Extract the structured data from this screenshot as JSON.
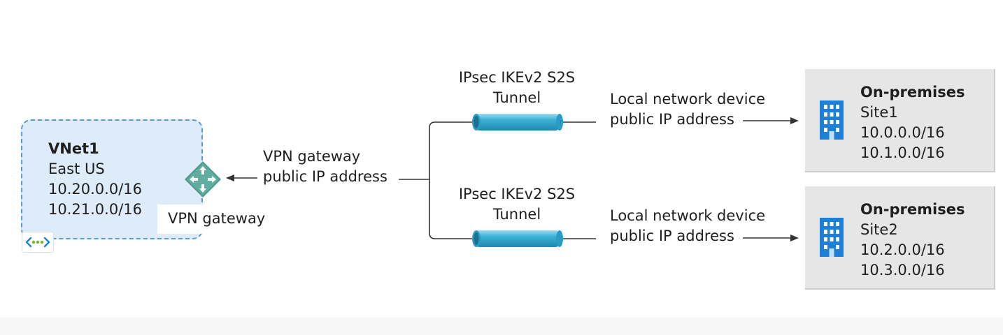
{
  "vnet": {
    "name": "VNet1",
    "region": "East US",
    "address_spaces": [
      "10.20.0.0/16",
      "10.21.0.0/16"
    ],
    "icon": "vnet-icon"
  },
  "gateway": {
    "label": "VPN gateway",
    "ip_label_lines": [
      "VPN gateway",
      "public IP address"
    ],
    "icon": "vpn-gateway-icon"
  },
  "tunnels": [
    {
      "label_lines": [
        "IPsec IKEv2 S2S",
        "Tunnel"
      ],
      "local_label_lines": [
        "Local network device",
        "public IP address"
      ]
    },
    {
      "label_lines": [
        "IPsec IKEv2 S2S",
        "Tunnel"
      ],
      "local_label_lines": [
        "Local network device",
        "public IP address"
      ]
    }
  ],
  "sites": [
    {
      "title": "On-premises",
      "name": "Site1",
      "address_spaces": [
        "10.0.0.0/16",
        "10.1.0.0/16"
      ],
      "icon": "building-icon"
    },
    {
      "title": "On-premises",
      "name": "Site2",
      "address_spaces": [
        "10.2.0.0/16",
        "10.3.0.0/16"
      ],
      "icon": "building-icon"
    }
  ],
  "colors": {
    "vnet_fill": "#deecf9",
    "vnet_border": "#5c9ad6",
    "gateway_icon": "#4e9a8c",
    "tunnel_pipe": "#3eb3d6",
    "building": "#1e7fd8",
    "site_fill": "#e6e6e6"
  }
}
